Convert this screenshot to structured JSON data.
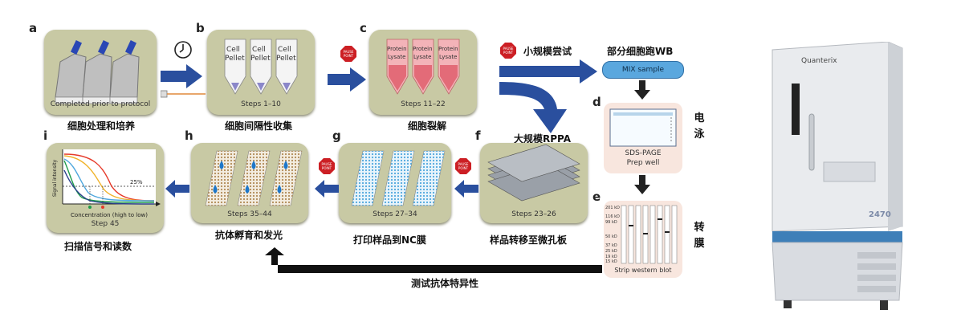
{
  "letters": {
    "a": "a",
    "b": "b",
    "c": "c",
    "d": "d",
    "e": "e",
    "f": "f",
    "g": "g",
    "h": "h",
    "i": "i"
  },
  "panels": {
    "a": {
      "caption": "Completed prior to protocol",
      "label": "细胞处理和培养"
    },
    "b": {
      "caption": "Steps 1–10",
      "label": "细胞间隔性收集",
      "tube_text": [
        "Cell",
        "Pellet"
      ]
    },
    "c": {
      "caption": "Steps 11–22",
      "label": "细胞裂解",
      "tube_text": [
        "Protein",
        "Lysate"
      ]
    },
    "f": {
      "caption": "Steps 23–26",
      "label": "样品转移至微孔板"
    },
    "g": {
      "caption": "Steps 27–34",
      "label": "打印样品到NC膜"
    },
    "h": {
      "caption": "Steps 35–44",
      "label": "抗体孵育和发光"
    },
    "i": {
      "caption": "Step 45",
      "label": "扫描信号和读数",
      "ylabel": "Signal intensity",
      "xlabel": "Concentration (high to low)",
      "pct": "25%"
    }
  },
  "stop_text": [
    "PAUSE",
    "POINT"
  ],
  "small_scale": "小规模尝试",
  "large_scale": "大规模RPPA",
  "partial_wb": "部分细胞跑WB",
  "mix_sample": "MIX sample",
  "sds": {
    "line1": "SDS-PAGE",
    "line2": "Prep well",
    "side_label": [
      "电",
      "泳"
    ]
  },
  "strip": {
    "caption": "Strip western blot",
    "side_label": [
      "转",
      "膜"
    ],
    "markers": [
      "201 kD",
      "116 kD",
      "99 kD",
      "50 kD",
      "37 kD",
      "25 kD",
      "19 kD",
      "15 kD"
    ]
  },
  "test_antibody": "测试抗体特异性",
  "instrument": {
    "brand": "Quanterix",
    "model": "2470"
  },
  "colors": {
    "panel": "#c8c9a4",
    "arrow": "#2a4f9e",
    "stop": "#cc1f24",
    "mix": "#5aa7de"
  }
}
